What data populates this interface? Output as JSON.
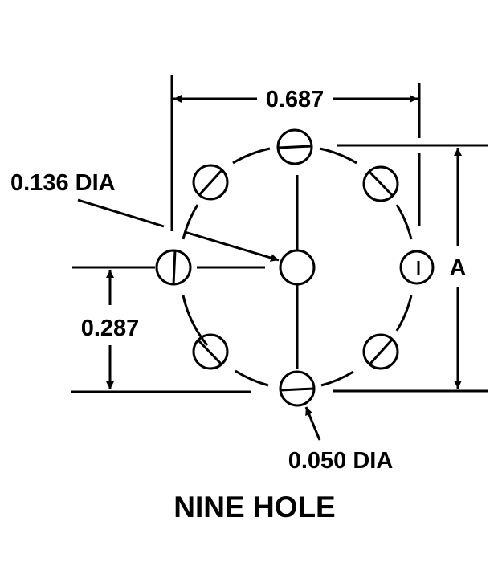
{
  "diagram": {
    "title": "NINE HOLE",
    "dimensions": {
      "horizontal_span": "0.687",
      "center_hole_dia": "0.136 DIA",
      "offset_vertical": "0.287",
      "small_hole_dia": "0.050 DIA",
      "vertical_span": "A"
    },
    "holes": {
      "count": 9,
      "center": {
        "label": "center-hole"
      },
      "ring": [
        {
          "position": "top",
          "slot": "horizontal"
        },
        {
          "position": "upper-right",
          "slot": "diagonal-back"
        },
        {
          "position": "right",
          "slot": "vertical-short"
        },
        {
          "position": "lower-right",
          "slot": "diagonal-forward"
        },
        {
          "position": "bottom",
          "slot": "horizontal"
        },
        {
          "position": "lower-left",
          "slot": "diagonal-back"
        },
        {
          "position": "left",
          "slot": "vertical"
        },
        {
          "position": "upper-left",
          "slot": "diagonal-forward"
        }
      ]
    },
    "colors": {
      "ink": "#000000",
      "background": "#ffffff"
    }
  }
}
